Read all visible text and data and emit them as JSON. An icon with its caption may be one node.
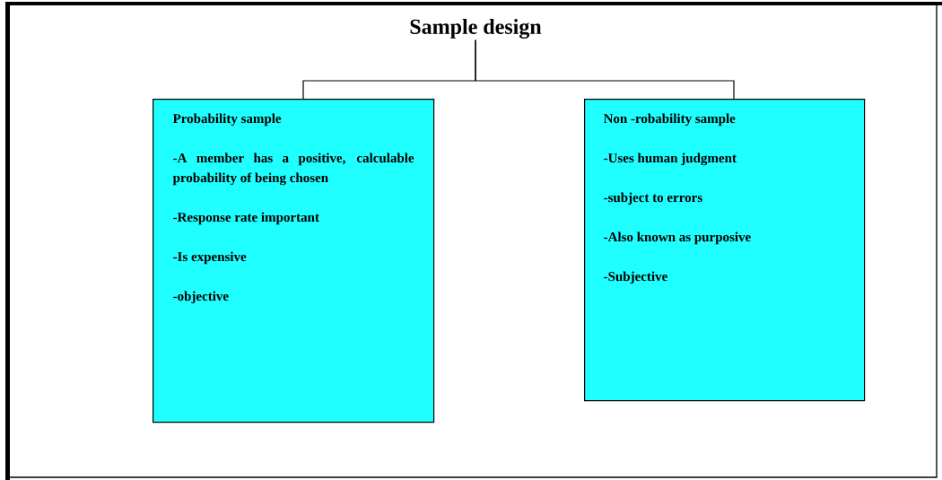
{
  "diagram": {
    "nodes": [
      {
        "text": [
          "Sample design"
        ]
      },
      {
        "text": [
          "Probability sample",
          "-A member has a positive, calculable probability of being chosen",
          "-Response rate important",
          "-Is expensive",
          "-objective"
        ]
      },
      {
        "text": [
          "Non -robability sample",
          "-Uses human judgment",
          "-subject to errors",
          "-Also known as purposive",
          "-Subjective"
        ]
      }
    ],
    "edges": [
      {
        "from": 0,
        "to": 1,
        "arrow": "none"
      },
      {
        "from": 0,
        "to": 2,
        "arrow": "none"
      }
    ]
  }
}
